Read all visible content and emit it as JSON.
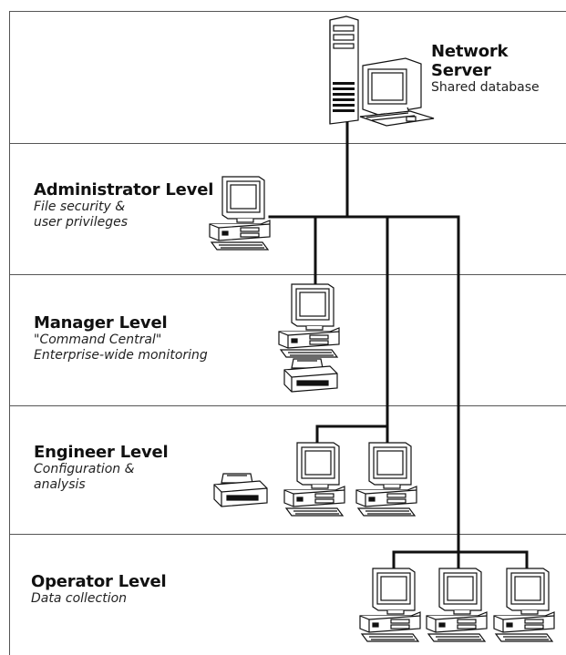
{
  "levels": {
    "server": {
      "title_line1": "Network",
      "title_line2": "Server",
      "subtitle": "Shared database"
    },
    "administrator": {
      "title": "Administrator Level",
      "subtitle_line1": "File security &",
      "subtitle_line2": "user privileges"
    },
    "manager": {
      "title": "Manager Level",
      "subtitle_line1": "\"Command Central\"",
      "subtitle_line2": "Enterprise-wide monitoring"
    },
    "engineer": {
      "title": "Engineer Level",
      "subtitle_line1": "Configuration &",
      "subtitle_line2": "analysis"
    },
    "operator": {
      "title": "Operator Level",
      "subtitle_line1": "Data collection"
    }
  },
  "icons": {
    "server": "server-tower-icon",
    "workstation": "desktop-computer-icon",
    "printer": "dot-matrix-printer-icon"
  },
  "colors": {
    "line": "#111111",
    "border": "#555555",
    "background": "#ffffff"
  }
}
